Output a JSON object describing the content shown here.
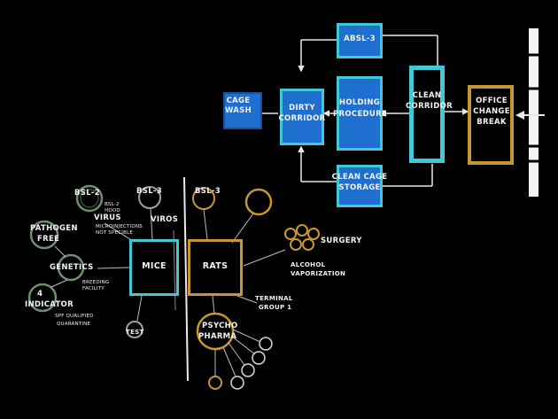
{
  "colors": {
    "background": "#000000",
    "blue": "#1f6fd1",
    "cyan": "#3fc9d6",
    "gold": "#c9962e",
    "ink": "#f2f2f2"
  },
  "facility": {
    "absl3": "ABSL-3",
    "cage_wash": [
      "CAGE",
      "WASH"
    ],
    "dirty_corridor": [
      "DIRTY",
      "CORRIDOR"
    ],
    "holding_procedure": [
      "HOLDING",
      "PROCEDURE"
    ],
    "clean_corridor": [
      "CLEAN",
      "CORRIDOR"
    ],
    "office_change_break": [
      "OFFICE",
      "CHANGE",
      "BREAK"
    ],
    "clean_cage_storage": [
      "CLEAN CAGE",
      "STORAGE"
    ]
  },
  "research": {
    "bsl2": "BSL-2",
    "bsl2_hood": [
      "BSL-2",
      "HOOD"
    ],
    "virus_left": "VIRUS",
    "virus_note": [
      "MICROINJECTIONS",
      "NOT SPECIBLE"
    ],
    "bsl3_mid": "BSL-3",
    "viros": "VIROS",
    "bsl3_right": "BSL-3",
    "pathogen_free": [
      "PATHOGEN",
      "FREE"
    ],
    "genetics": "GENETICS",
    "breeding": [
      "BREEDING",
      "FACILITY"
    ],
    "indicator": [
      "4",
      "INDICATOR"
    ],
    "spf": [
      "SPF QUALIFIED",
      "QUARANTINE"
    ],
    "mice": "MICE",
    "rats": "RATS",
    "test": "TEST",
    "surgery": "SURGERY",
    "alcohol": [
      "ALCOHOL",
      "VAPORIZATION"
    ],
    "terminal": [
      "TERMINAL",
      "GROUP 1"
    ],
    "psycho": [
      "PSYCHO",
      "PHARMA"
    ]
  }
}
